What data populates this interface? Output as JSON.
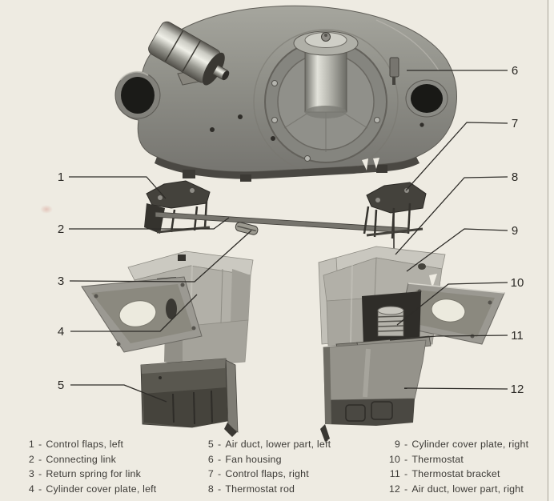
{
  "page": {
    "background_color": "#eeebe2",
    "ink_color": "#2b2925",
    "description_text": ""
  },
  "figure": {
    "callout_numbers": [
      "1",
      "2",
      "3",
      "4",
      "5",
      "6",
      "7",
      "8",
      "9",
      "10",
      "11",
      "12"
    ],
    "parts": [
      "Control flaps, left",
      "Connecting link",
      "Return spring for link",
      "Cylinder cover plate, left",
      "Air duct, lower part, left",
      "Fan housing",
      "Control flaps, right",
      "Thermostat rod",
      "Cylinder cover plate, right",
      "Thermostat",
      "Thermostat bracket",
      "Air duct, lower part, right"
    ]
  },
  "legend": {
    "separator": "-",
    "columns": [
      {
        "entries": [
          {
            "num": "1",
            "label": "Control flaps, left"
          },
          {
            "num": "2",
            "label": "Connecting link"
          },
          {
            "num": "3",
            "label": "Return spring for link"
          },
          {
            "num": "4",
            "label": "Cylinder cover plate, left"
          }
        ]
      },
      {
        "entries": [
          {
            "num": "5",
            "label": "Air duct, lower part, left"
          },
          {
            "num": "6",
            "label": "Fan housing"
          },
          {
            "num": "7",
            "label": "Control flaps, right"
          },
          {
            "num": "8",
            "label": "Thermostat rod"
          }
        ]
      },
      {
        "entries": [
          {
            "num": "9",
            "label": "Cylinder cover plate, right"
          },
          {
            "num": "10",
            "label": "Thermostat"
          },
          {
            "num": "11",
            "label": "Thermostat bracket"
          },
          {
            "num": "12",
            "label": "Air duct, lower part, right"
          }
        ]
      }
    ]
  }
}
